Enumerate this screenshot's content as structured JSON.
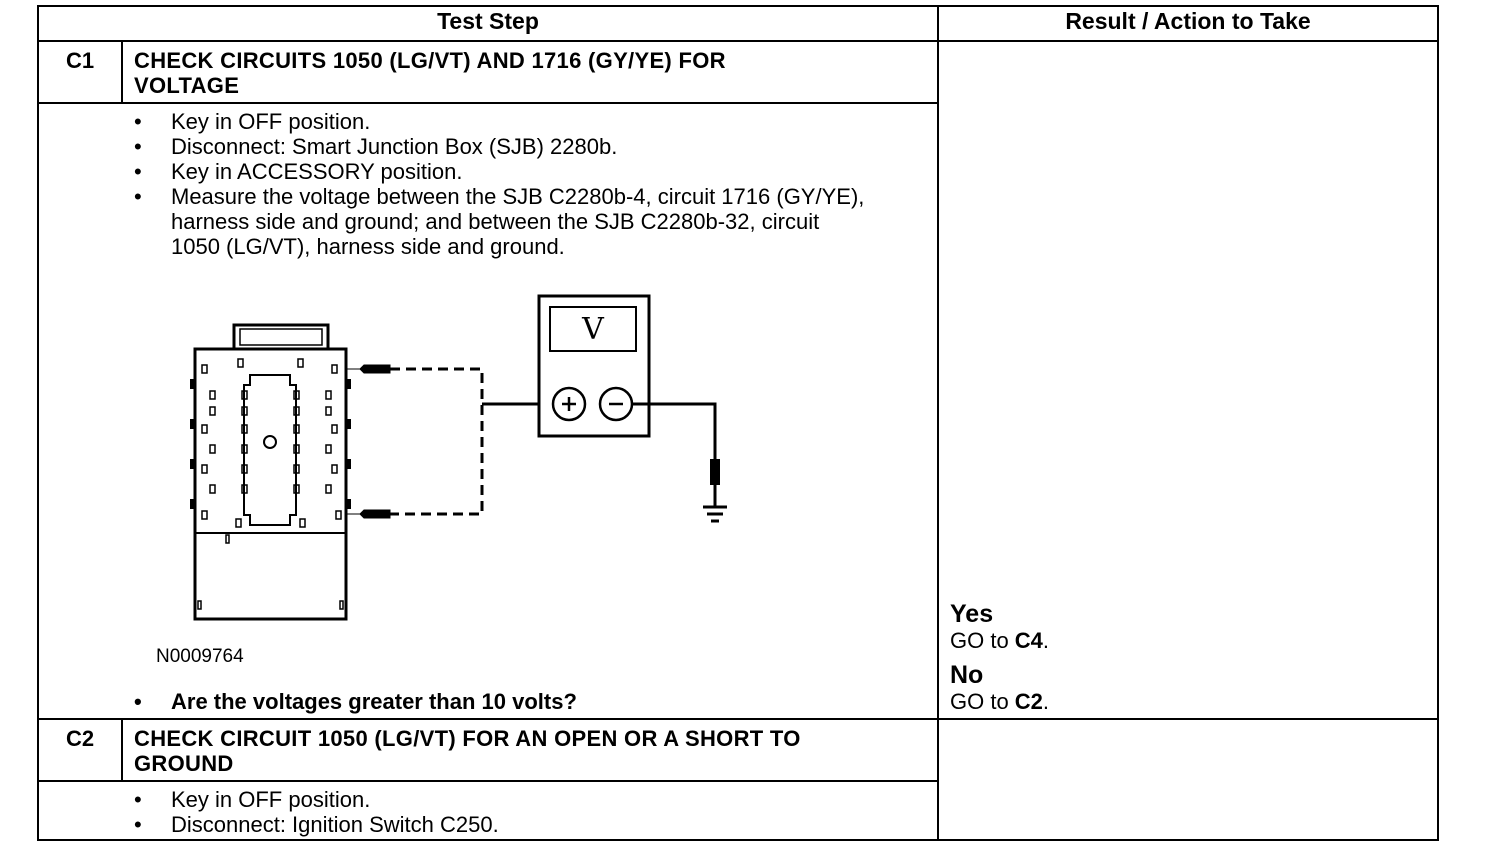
{
  "table": {
    "headers": {
      "test_step": "Test Step",
      "result": "Result / Action to Take"
    }
  },
  "steps": [
    {
      "id": "C1",
      "title_line1": "CHECK CIRCUITS 1050 (LG/VT) AND 1716 (GY/YE) FOR",
      "title_line2": "VOLTAGE",
      "bullets": [
        "Key in OFF position.",
        "Disconnect: Smart Junction Box (SJB) 2280b.",
        "Key in ACCESSORY position.",
        "Measure the voltage between the SJB C2280b-4, circuit 1716 (GY/YE), harness side and ground; and between the SJB C2280b-32, circuit 1050 (LG/VT), harness side and ground."
      ],
      "figure_id": "N0009764",
      "meter_symbol": "V",
      "question": "Are the voltages greater than 10 volts?",
      "results": {
        "yes_label": "Yes",
        "yes_go": "GO to ",
        "yes_target": "C4",
        "no_label": "No",
        "no_go": "GO to ",
        "no_target": "C2",
        "period": "."
      }
    },
    {
      "id": "C2",
      "title_line1": "CHECK CIRCUIT 1050 (LG/VT) FOR AN OPEN OR A SHORT TO",
      "title_line2": "GROUND",
      "bullets": [
        "Key in OFF position.",
        "Disconnect: Ignition Switch C250."
      ]
    }
  ]
}
